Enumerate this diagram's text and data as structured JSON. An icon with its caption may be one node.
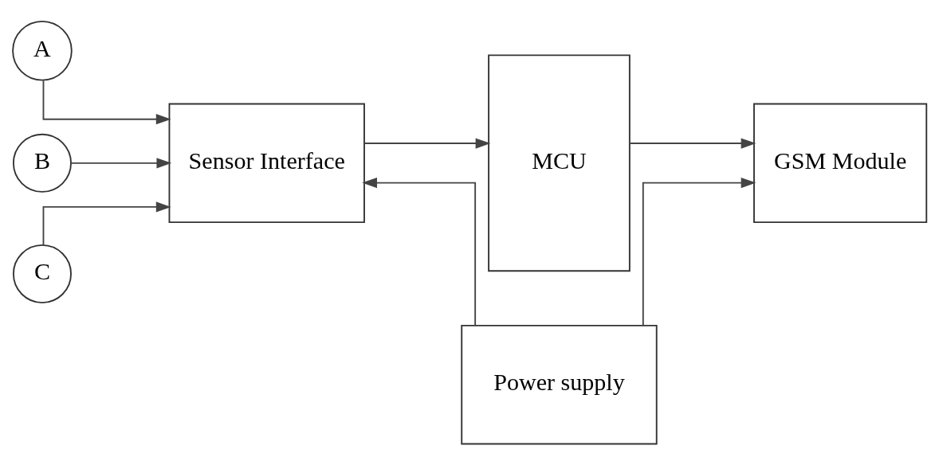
{
  "diagram": {
    "nodes": [
      {
        "text": [
          "A"
        ]
      },
      {
        "text": [
          "B"
        ]
      },
      {
        "text": [
          "C"
        ]
      },
      {
        "text": [
          "Sensor Interface"
        ]
      },
      {
        "text": [
          "MCU"
        ]
      },
      {
        "text": [
          "GSM Module"
        ]
      },
      {
        "text": [
          "Power supply"
        ]
      }
    ],
    "edges": [
      {
        "from": 0,
        "to": 3,
        "arrow": "to"
      },
      {
        "from": 1,
        "to": 3,
        "arrow": "to"
      },
      {
        "from": 2,
        "to": 3,
        "arrow": "to"
      },
      {
        "from": 3,
        "to": 4,
        "arrow": "to"
      },
      {
        "from": 4,
        "to": 5,
        "arrow": "to"
      },
      {
        "from": 6,
        "to": 3,
        "arrow": "to"
      },
      {
        "from": 6,
        "to": 5,
        "arrow": "to"
      }
    ]
  }
}
